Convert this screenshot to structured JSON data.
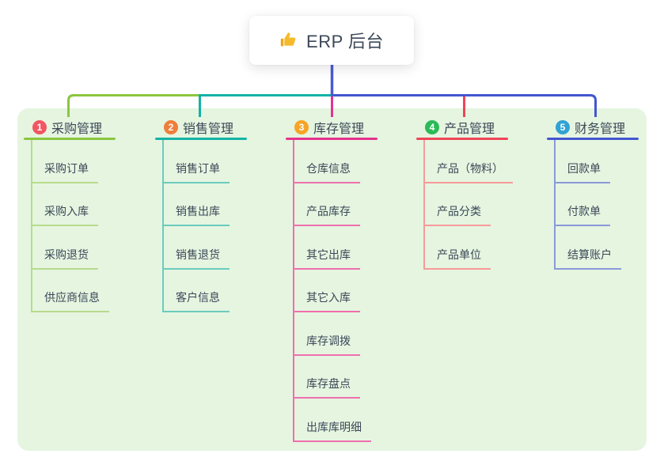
{
  "root": {
    "label": "ERP 后台",
    "icon": "thumbs-up"
  },
  "colors": {
    "panel_bg": "#e5f5e0",
    "root_connector": "#4a5ad2",
    "text": "#3c4858"
  },
  "branches": [
    {
      "num": "1",
      "label": "采购管理",
      "badge_color": "#f25663",
      "line_color": "#8cc63f",
      "child_line_color": "#b8db8d",
      "children": [
        "采购订单",
        "采购入库",
        "采购退货",
        "供应商信息"
      ]
    },
    {
      "num": "2",
      "label": "销售管理",
      "badge_color": "#ef7e3c",
      "line_color": "#14b3a6",
      "child_line_color": "#6bccbd",
      "children": [
        "销售订单",
        "销售出库",
        "销售退货",
        "客户信息"
      ]
    },
    {
      "num": "3",
      "label": "库存管理",
      "badge_color": "#f7a426",
      "line_color": "#e5338e",
      "child_line_color": "#ef6fae",
      "children": [
        "仓库信息",
        "产品库存",
        "其它出库",
        "其它入库",
        "库存调拨",
        "库存盘点",
        "出库库明细"
      ]
    },
    {
      "num": "4",
      "label": "产品管理",
      "badge_color": "#2cba58",
      "line_color": "#ef4458",
      "child_line_color": "#f79a9a",
      "children": [
        "产品（物料）",
        "产品分类",
        "产品单位"
      ]
    },
    {
      "num": "5",
      "label": "财务管理",
      "badge_color": "#31a3d4",
      "line_color": "#4356d0",
      "child_line_color": "#8a99d8",
      "children": [
        "回款单",
        "付款单",
        "结算账户"
      ]
    }
  ]
}
